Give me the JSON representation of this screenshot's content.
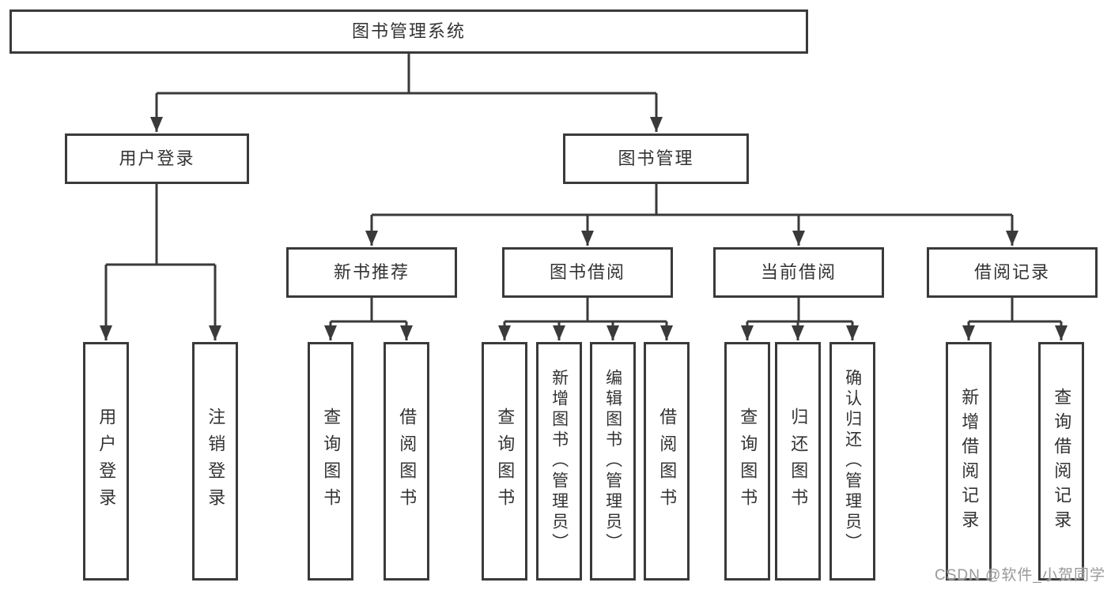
{
  "diagram": {
    "root": {
      "label": "图书管理系统"
    },
    "level2": [
      {
        "label": "用户登录"
      },
      {
        "label": "图书管理"
      }
    ],
    "level3": [
      {
        "label": "新书推荐"
      },
      {
        "label": "图书借阅"
      },
      {
        "label": "当前借阅"
      },
      {
        "label": "借阅记录"
      }
    ],
    "leaves": [
      {
        "label": "用户登录"
      },
      {
        "label": "注销登录"
      },
      {
        "label": "查询图书"
      },
      {
        "label": "借阅图书"
      },
      {
        "label": "查询图书"
      },
      {
        "label": "新增图书（管理员）"
      },
      {
        "label": "编辑图书（管理员）"
      },
      {
        "label": "借阅图书"
      },
      {
        "label": "查询图书"
      },
      {
        "label": "归还图书"
      },
      {
        "label": "确认归还（管理员）"
      },
      {
        "label": "新增借阅记录"
      },
      {
        "label": "查询借阅记录"
      }
    ]
  },
  "watermark": {
    "text": "CSDN @软件_小贺同学"
  },
  "colors": {
    "line": "#3a3a3a",
    "box_border": "#3a3a3a",
    "text": "#333333",
    "background": "#ffffff",
    "watermark": "#999999"
  }
}
